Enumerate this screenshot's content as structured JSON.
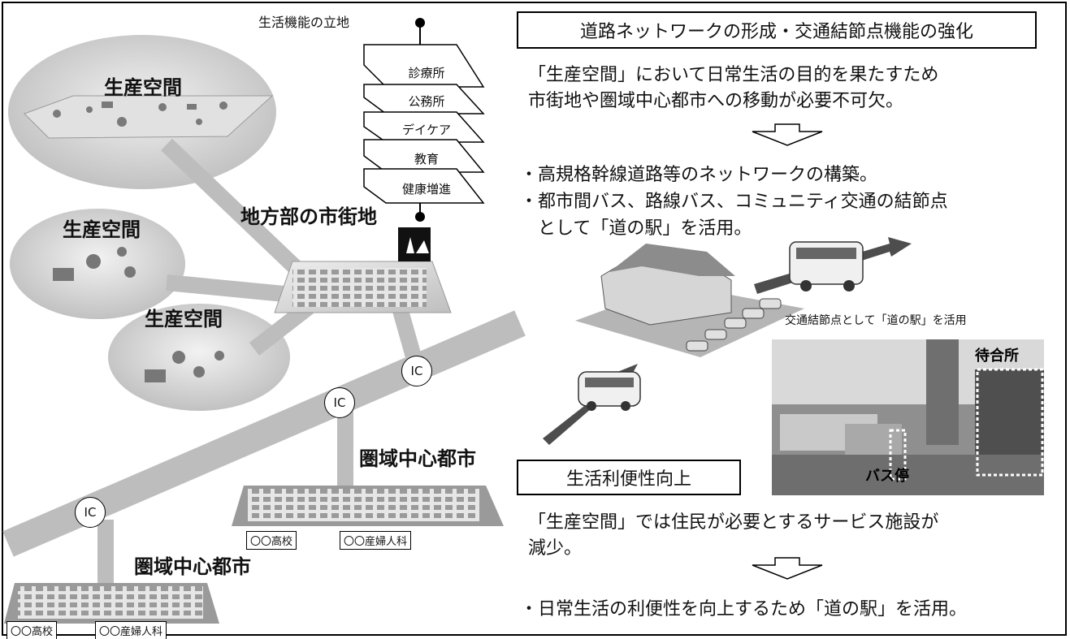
{
  "top_label": "生活機能の立地",
  "facilities": [
    "診療所",
    "公務所",
    "デイケア",
    "教育",
    "健康増進"
  ],
  "town_label": "地方部の市街地",
  "production_areas": [
    "生産空間",
    "生産空間",
    "生産空間"
  ],
  "ic_label": "IC",
  "regional_city_label": "圏域中心都市",
  "school_tag": "〇〇高校",
  "clinic_tag": "〇〇産婦人科",
  "section1": {
    "heading": "道路ネットワークの形成・交通結節点機能の強化",
    "para_line1": "「生産空間」において日常生活の目的を果たすため",
    "para_line2": "市街地や圏域中心都市への移動が必要不可欠。",
    "bullet1": "・高規格幹線道路等のネットワークの構築。",
    "bullet2_line1": "・都市間バス、路線バス、コミュニティ交通の結節点",
    "bullet2_line2": "　として「道の駅」を活用。"
  },
  "caption": "交通結節点として「道の駅」を活用",
  "photo": {
    "waiting_room": "待合所",
    "bus_stop": "バス停"
  },
  "section2": {
    "heading": "生活利便性向上",
    "para_line1": "「生産空間」では住民が必要とするサービス施設が",
    "para_line2": "減少。",
    "bullet1": "・日常生活の利便性を向上するため「道の駅」を活用。"
  },
  "colors": {
    "road": "#bdbdbd",
    "road_dark": "#a8a8a8",
    "arrow": "#4d4d4d",
    "ellipse": "#cfcfcf",
    "plate": "#d9d9d9"
  }
}
